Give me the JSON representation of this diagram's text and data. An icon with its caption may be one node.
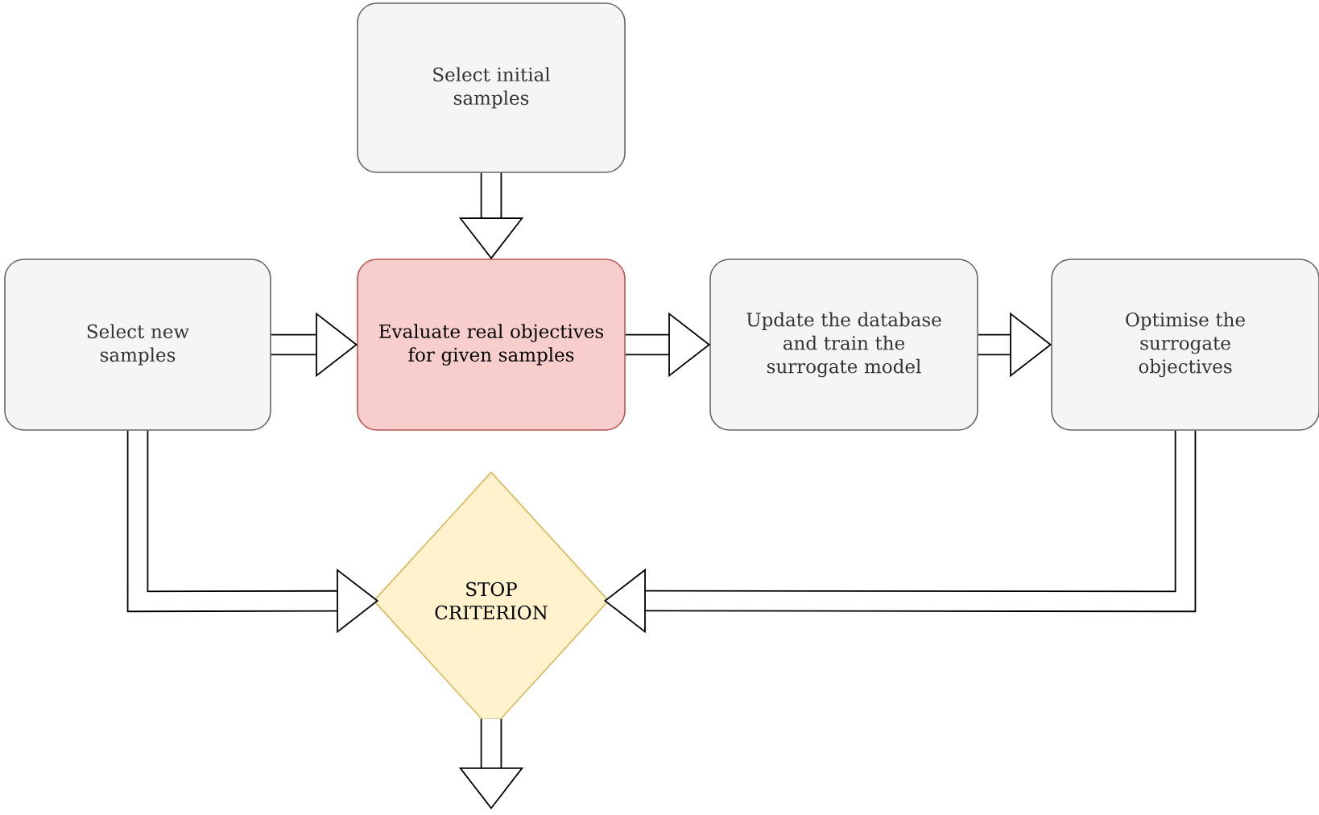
{
  "diagram": {
    "nodes": [
      {
        "text": [
          "Select initial samples"
        ]
      },
      {
        "text": [
          "Select new samples"
        ]
      },
      {
        "text": [
          "Evaluate real objectives for given samples"
        ]
      },
      {
        "text": [
          "Update the database and train the surrogate model"
        ]
      },
      {
        "text": [
          "Optimise the surrogate objectives"
        ]
      },
      {
        "text": [
          "STOP CRITERION"
        ]
      }
    ],
    "edges": [
      {
        "from": 0,
        "to": 2,
        "arrow": "to"
      },
      {
        "from": 1,
        "to": 2,
        "arrow": "to"
      },
      {
        "from": 2,
        "to": 3,
        "arrow": "to"
      },
      {
        "from": 3,
        "to": 4,
        "arrow": "to"
      },
      {
        "from": 1,
        "to": 5,
        "arrow": "to"
      },
      {
        "from": 4,
        "to": 5,
        "arrow": "to"
      },
      {
        "from": 5,
        "to": null,
        "arrow": "to"
      }
    ]
  }
}
